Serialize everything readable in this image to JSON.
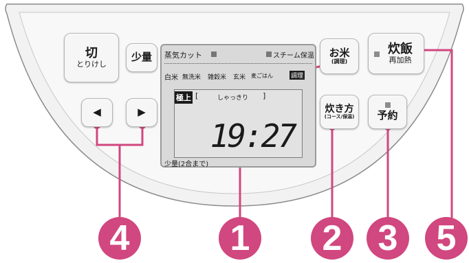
{
  "buttons": {
    "kiri": {
      "main": "切",
      "sub": "とりけし"
    },
    "shoryo": {
      "main": "少量"
    },
    "left_arrow": {
      "glyph": "◀"
    },
    "right_arrow": {
      "glyph": "▶"
    },
    "okome": {
      "main": "お米",
      "sub": "(調理)"
    },
    "takikata": {
      "main": "炊き方",
      "sub": "(コース/保温)"
    },
    "yoyaku": {
      "main": "予約"
    },
    "suihan": {
      "main": "炊飯",
      "sub": "再加熱"
    }
  },
  "lcd": {
    "steam_cut": "蒸気カット",
    "steam_warm": "スチーム保温",
    "rice_types": [
      "白米",
      "無洗米",
      "雑穀米",
      "玄米",
      "麦ごはん",
      "調理"
    ],
    "grade_tag": "極上",
    "texture_open": "[",
    "texture": "しゃっきり",
    "texture_close": "]",
    "time": "19:27",
    "small_qty": "少量(2合まで)"
  },
  "callouts": {
    "one": "1",
    "two": "2",
    "three": "3",
    "four": "4",
    "five": "5"
  },
  "colors": {
    "callout": "#d1477f",
    "panel_border": "#9a9a9a",
    "lcd_bg": "#d9d9d9"
  }
}
